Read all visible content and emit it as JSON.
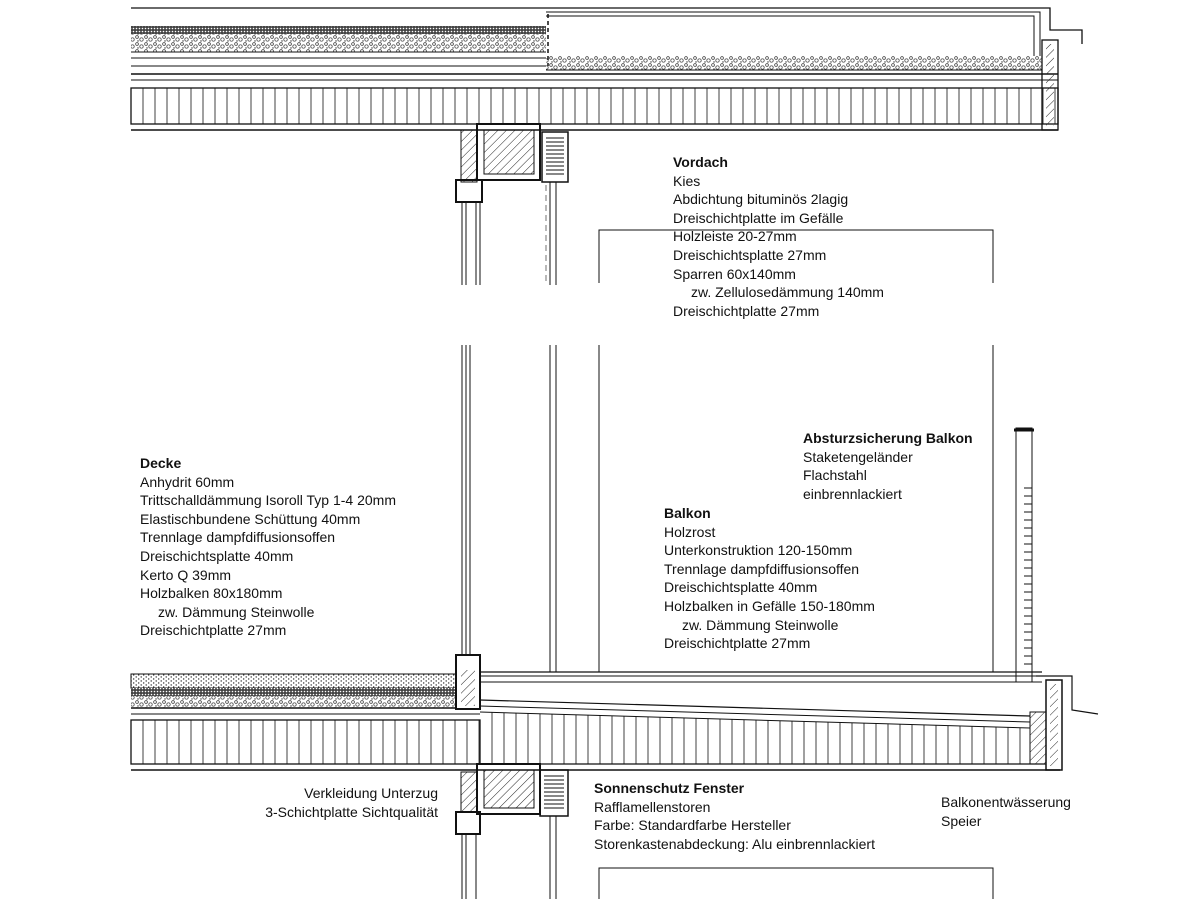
{
  "notes": {
    "vordach": {
      "title": "Vordach",
      "lines": [
        "Kies",
        "Abdichtung bituminös 2lagig",
        "Dreischichtplatte im Gefälle",
        "Holzleiste 20-27mm",
        "Dreischichtsplatte 27mm",
        "Sparren 60x140mm",
        "zw. Zellulosedämmung 140mm",
        "Dreischichtplatte 27mm"
      ]
    },
    "decke": {
      "title": "Decke",
      "lines": [
        "Anhydrit  60mm",
        "Trittschalldämmung Isoroll Typ 1-4 20mm",
        "Elastischbundene Schüttung 40mm",
        "Trennlage dampfdiffusionsoffen",
        "Dreischichtsplatte 40mm",
        "Kerto Q 39mm",
        "Holzbalken 80x180mm",
        "zw. Dämmung Steinwolle",
        "Dreischichtplatte 27mm"
      ]
    },
    "absturz": {
      "title": "Absturzsicherung Balkon",
      "lines": [
        "Staketengeländer",
        "Flachstahl",
        "einbrennlackiert"
      ]
    },
    "balkon": {
      "title": "Balkon",
      "lines": [
        "Holzrost",
        "Unterkonstruktion 120-150mm",
        "Trennlage dampfdiffusionsoffen",
        "Dreischichtsplatte 40mm",
        "Holzbalken in Gefälle 150-180mm",
        "zw. Dämmung Steinwolle",
        "Dreischichtplatte 27mm"
      ]
    },
    "sonnenschutz": {
      "title": "Sonnenschutz Fenster",
      "lines": [
        "Rafflamellenstoren",
        "Farbe: Standardfarbe Hersteller",
        "Storenkastenabdeckung: Alu einbrennlackiert"
      ]
    },
    "verkleidung": {
      "lines": [
        "Verkleidung Unterzug",
        "3-Schichtplatte Sichtqualität"
      ]
    },
    "entwaesserung": {
      "lines": [
        "Balkonentwässerung",
        "Speier"
      ]
    }
  }
}
